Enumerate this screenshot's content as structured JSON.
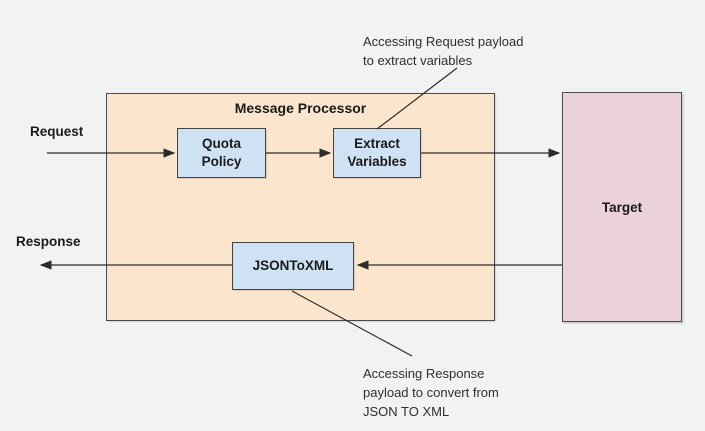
{
  "colors": {
    "background": "#f1f2f2",
    "processor_fill": "#fce5cd",
    "policy_node_fill": "#cfe2f3",
    "target_fill": "#ead1dc",
    "border": "#434343",
    "arrow": "#2b2b2b",
    "text": "#1a1a1a"
  },
  "diagram": {
    "processor_title": "Message Processor",
    "flow_labels": {
      "request": "Request",
      "response": "Response"
    },
    "nodes": {
      "quota_policy": {
        "lines": [
          "Quota",
          "Policy"
        ]
      },
      "extract_variables": {
        "lines": [
          "Extract",
          "Variables"
        ]
      },
      "json_to_xml": {
        "label": "JSONToXML"
      },
      "target": {
        "label": "Target"
      }
    },
    "annotations": {
      "request_payload": {
        "lines": [
          "Accessing Request payload",
          "to extract variables"
        ]
      },
      "response_payload": {
        "lines": [
          "Accessing Response",
          "payload to convert from",
          "JSON TO XML"
        ]
      }
    }
  }
}
